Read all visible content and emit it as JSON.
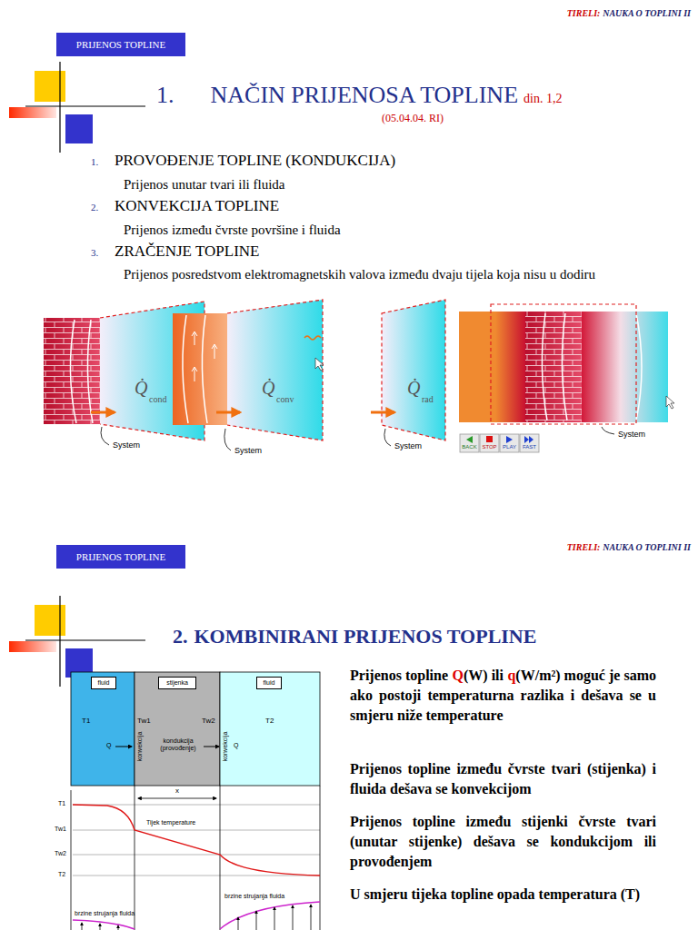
{
  "diagram": {
    "nodes": [
      {
        "text": [
          "PRIJENOS TOPLINE"
        ]
      },
      {
        "text": [
          "BACK"
        ]
      },
      {
        "text": [
          "STOP"
        ]
      },
      {
        "text": [
          "PLAY"
        ]
      },
      {
        "text": [
          "FAST"
        ]
      },
      {
        "text": [
          "PRIJENOS TOPLINE"
        ]
      },
      {
        "text": [
          "fluid"
        ]
      },
      {
        "text": [
          "stijenka"
        ]
      },
      {
        "text": [
          "fluid"
        ]
      }
    ],
    "labels": [
      "TIRELI:",
      "NAUKA O TOPLINI II",
      "1.",
      "NAČIN PRIJENOSA TOPLINE",
      "din. 1,2",
      "(05.04.04. RI)",
      "1.",
      "PROVOĐENJE TOPLINE (KONDUKCIJA)",
      "Prijenos unutar tvari ili fluida",
      "2.",
      "KONVEKCIJA TOPLINE",
      "Prijenos između čvrste površine i fluida",
      "3.",
      "ZRAČENJE TOPLINE",
      "Prijenos posredstvom elektromagnetskih valova između dvaju tijela koja nisu u dodiru",
      "Q̇",
      "cond",
      "Q̇",
      "conv",
      "Q̇",
      "rad",
      "System",
      "System",
      "System",
      "System",
      "TIRELI:",
      "NAUKA O TOPLINI II",
      "2.",
      "KOMBINIRANI PRIJENOS TOPLINE",
      "T1",
      "Tw1",
      "Tw2",
      "T2",
      "Q",
      "kondukcija (provođenje)",
      "konvekcija",
      "konvekcija",
      "Q",
      "T1",
      "Tw1",
      "Tw2",
      "T2",
      "x",
      "Tijek temperature",
      "brzine strujanja fluida",
      "brzine strujanja fluida",
      "Prijenos topline",
      "Q",
      "(W) ili",
      "q",
      "(W/m²) moguć je samo ako postoji temperaturna razlika i dešava se u smjeru niže temperature",
      "Prijenos topline između čvrste tvari (stijenka) i fluida dešava se konvekcijom",
      "Prijenos topline između stijenki čvrste tvari (unutar stijenke) dešava se kondukcijom ili provođenjem",
      "U smjeru tijeka topline opada temperatura (T)"
    ]
  }
}
